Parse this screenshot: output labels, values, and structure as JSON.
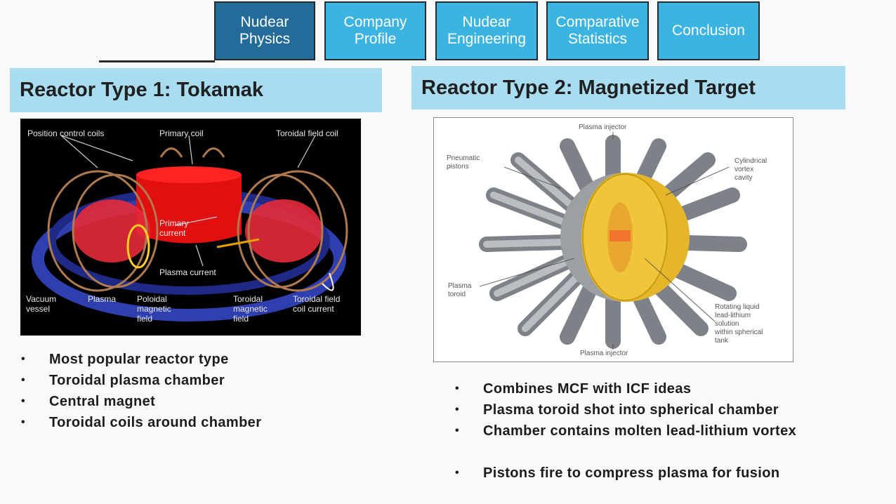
{
  "nav": {
    "tabs": [
      {
        "label": "Nudear\nPhysics",
        "active": true
      },
      {
        "label": "Company\nProfile",
        "active": false
      },
      {
        "label": "Nudear\nEngineering",
        "active": false
      },
      {
        "label": "Comparative\nStatistics",
        "active": false
      },
      {
        "label": "Conclusion",
        "active": false
      }
    ]
  },
  "left": {
    "title": "Reactor Type 1: Tokamak",
    "figure_labels": {
      "position_control_coils": "Position control coils",
      "primary_coil": "Primary coil",
      "toroidal_field_coil": "Toroidal field coil",
      "primary_current": "Primary\ncurrent",
      "plasma_current": "Plasma current",
      "vacuum_vessel": "Vacuum\nvessel",
      "plasma": "Plasma",
      "poloidal_field": "Poloidal\nmagnetic\nfield",
      "toroidal_field": "Toroidal\nmagnetic\nfield",
      "toroidal_field_coil_current": "Toroidal field\ncoil current"
    },
    "bullets": [
      "Most popular reactor type",
      "Toroidal plasma chamber",
      "Central magnet",
      "Toroidal coils around chamber"
    ]
  },
  "right": {
    "title": "Reactor Type 2: Magnetized Target",
    "figure_labels": {
      "plasma_injector_top": "Plasma injector",
      "pneumatic_pistons": "Pneumatic\npistons",
      "cylindrical_vortex": "Cylindrical\nvortex\ncavity",
      "plasma_toroid": "Plasma\ntoroid",
      "rotating_liquid": "Rotating liquid\nlead-lithium\nsolution\nwithin spherical\ntank",
      "plasma_injector_bottom": "Plasma injector"
    },
    "bullets": [
      "Combines MCF with ICF ideas",
      "Plasma toroid shot  into spherical chamber",
      "Chamber contains molten lead-lithium vortex",
      "Pistons fire to compress plasma for fusion"
    ]
  },
  "colors": {
    "tab_active": "#236c9a",
    "tab_normal": "#3cb4e2",
    "header_bg": "#a8dcf1"
  }
}
